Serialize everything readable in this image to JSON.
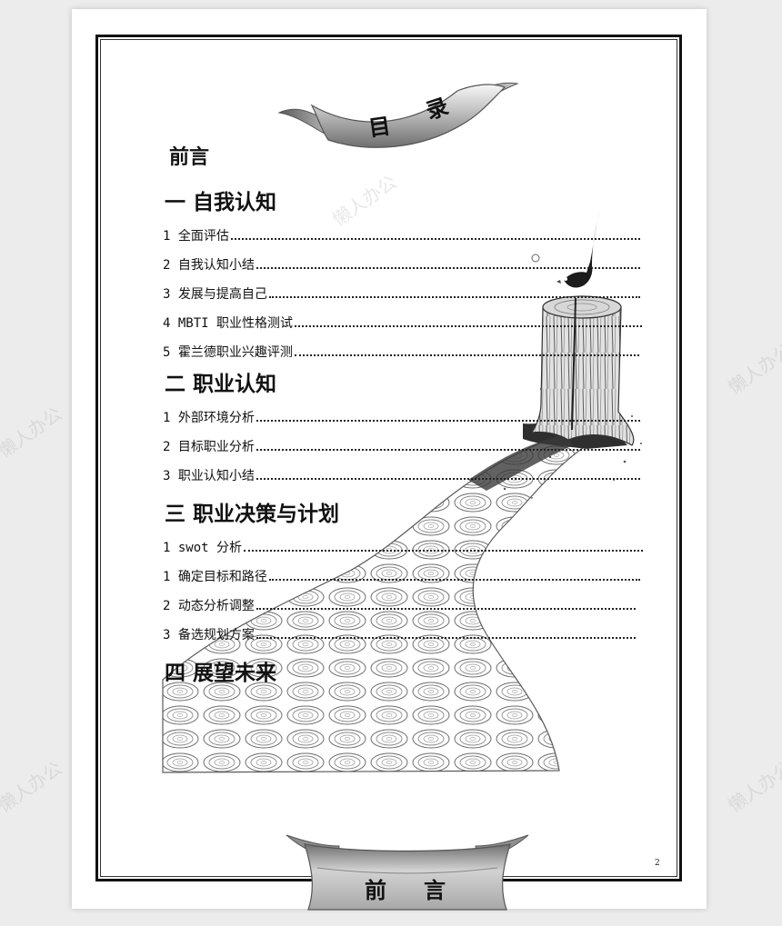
{
  "ribbon_top": {
    "char1": "目",
    "char2": "录"
  },
  "ribbon_bottom": {
    "char1": "前",
    "char2": "言"
  },
  "preface": "前言",
  "sections": [
    {
      "title": "一  自我认知",
      "entries": [
        "1 全面评估",
        "2 自我认知小结",
        "3 发展与提高自己",
        "4 MBTI 职业性格测试",
        "5 霍兰德职业兴趣评测"
      ]
    },
    {
      "title": "二  职业认知",
      "entries": [
        "1 外部环境分析",
        "2 目标职业分析",
        "3 职业认知小结"
      ]
    },
    {
      "title": "三   职业决策与计划",
      "entries": [
        "1 swot 分析",
        "1 确定目标和路径",
        "2 动态分析调整",
        "3 备选规划方案"
      ]
    },
    {
      "title": "四  展望未来",
      "entries": []
    }
  ],
  "page_number": "2",
  "watermark_text": "懒人办公",
  "colors": {
    "frame": "#111111",
    "paper": "#ffffff",
    "background": "#ececec",
    "dots": "#222222"
  }
}
